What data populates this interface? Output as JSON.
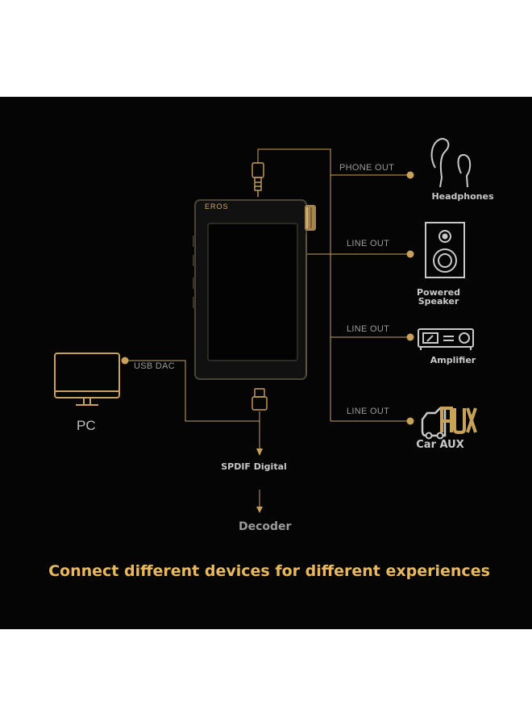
{
  "device": {
    "brand": "EROS"
  },
  "outputs": {
    "phone_out": "PHONE OUT",
    "line_out_1": "LINE OUT",
    "line_out_2": "LINE OUT",
    "line_out_3": "LINE OUT",
    "usb_dac": "USB DAC",
    "spdif": "SPDIF Digital"
  },
  "devices": {
    "headphones": "Headphones",
    "powered_speaker_line1": "Powered",
    "powered_speaker_line2": "Speaker",
    "amplifier": "Amplifier",
    "car_aux": "Car AUX",
    "pc": "PC",
    "decoder": "Decoder"
  },
  "icons": {
    "headphones": "headphones-icon",
    "speaker": "speaker-icon",
    "amplifier": "amplifier-icon",
    "car_aux": "car-aux-icon",
    "pc": "monitor-icon"
  },
  "tagline": "Connect different devices for different experiences",
  "colors": {
    "background": "#050505",
    "gold": "#c8a15a",
    "tagline": "#e7b95e",
    "label": "#9a9a9a"
  }
}
